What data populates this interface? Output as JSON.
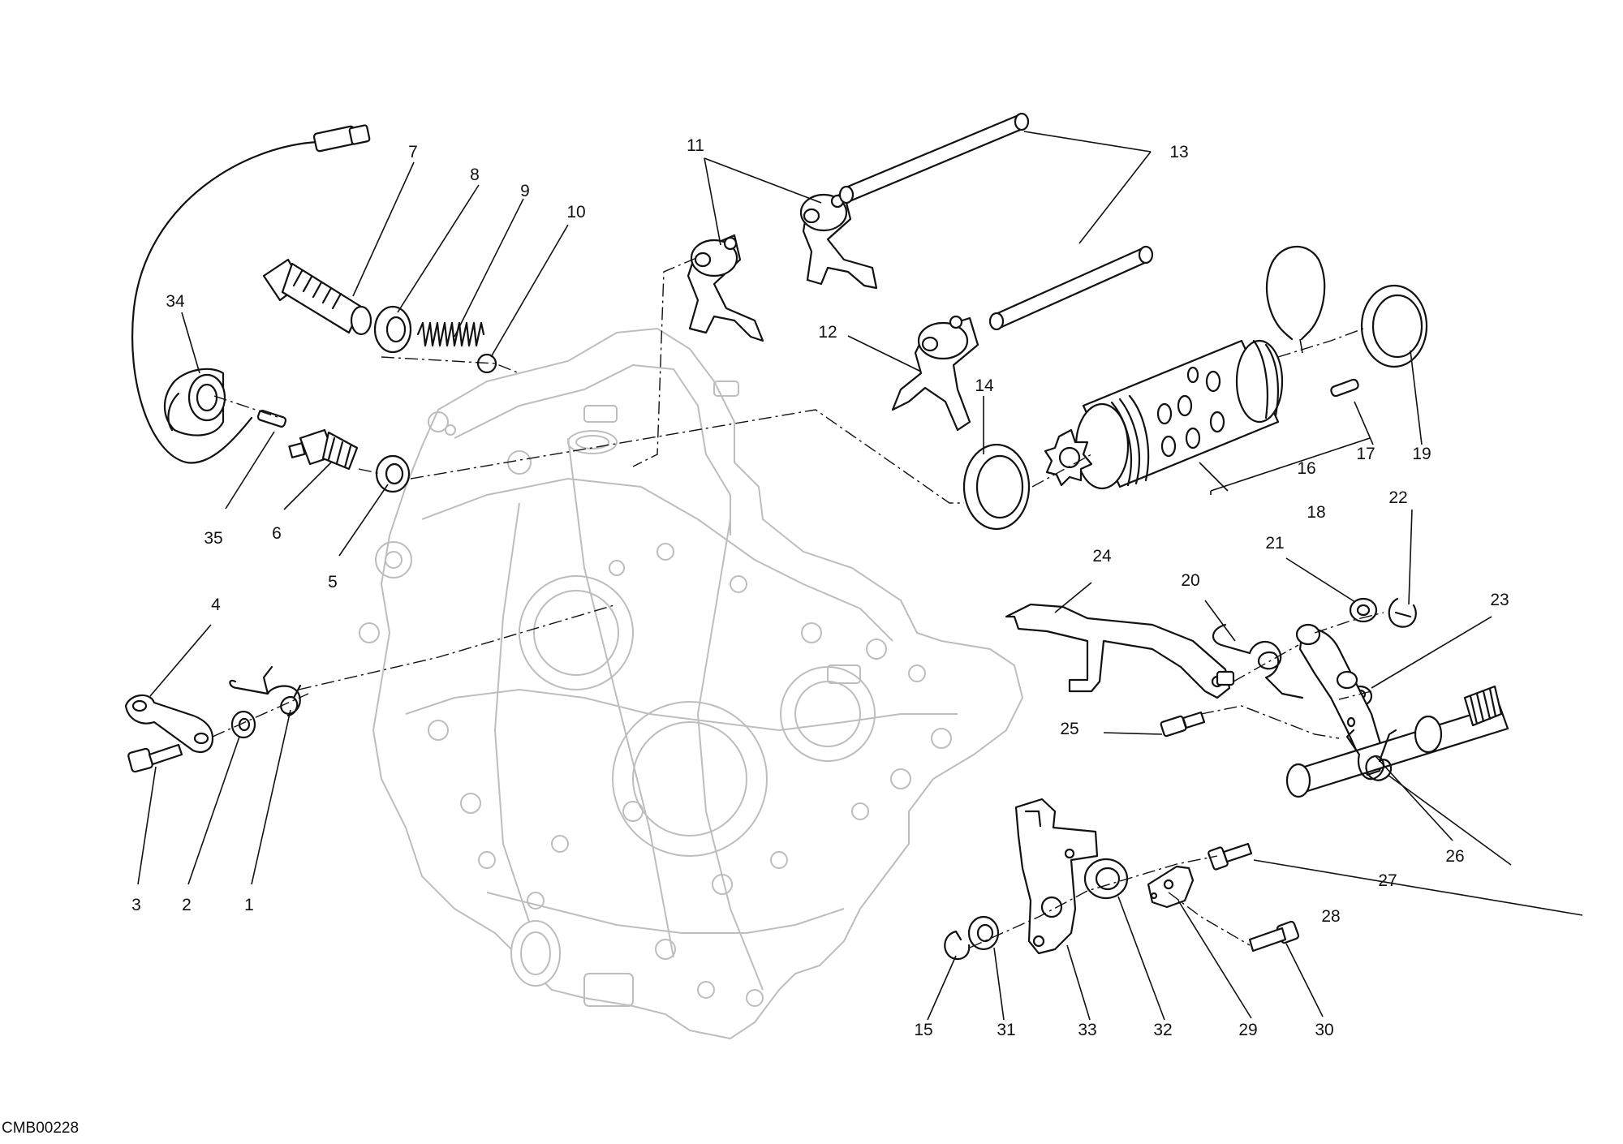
{
  "diagram": {
    "code": "CMB00228",
    "callouts": [
      {
        "id": "c1",
        "text": "1"
      },
      {
        "id": "c2",
        "text": "2"
      },
      {
        "id": "c3",
        "text": "3"
      },
      {
        "id": "c4",
        "text": "4"
      },
      {
        "id": "c5",
        "text": "5"
      },
      {
        "id": "c6",
        "text": "6"
      },
      {
        "id": "c7",
        "text": "7"
      },
      {
        "id": "c8",
        "text": "8"
      },
      {
        "id": "c9",
        "text": "9"
      },
      {
        "id": "c10",
        "text": "10"
      },
      {
        "id": "c11",
        "text": "11"
      },
      {
        "id": "c12",
        "text": "12"
      },
      {
        "id": "c13",
        "text": "13"
      },
      {
        "id": "c14",
        "text": "14"
      },
      {
        "id": "c15",
        "text": "15"
      },
      {
        "id": "c16",
        "text": "16"
      },
      {
        "id": "c17",
        "text": "17"
      },
      {
        "id": "c18",
        "text": "18"
      },
      {
        "id": "c19",
        "text": "19"
      },
      {
        "id": "c20",
        "text": "20"
      },
      {
        "id": "c21",
        "text": "21"
      },
      {
        "id": "c22",
        "text": "22"
      },
      {
        "id": "c23",
        "text": "23"
      },
      {
        "id": "c24",
        "text": "24"
      },
      {
        "id": "c25",
        "text": "25"
      },
      {
        "id": "c26",
        "text": "26"
      },
      {
        "id": "c27",
        "text": "27"
      },
      {
        "id": "c28",
        "text": "28"
      },
      {
        "id": "c29",
        "text": "29"
      },
      {
        "id": "c30",
        "text": "30"
      },
      {
        "id": "c31",
        "text": "31"
      },
      {
        "id": "c32",
        "text": "32"
      },
      {
        "id": "c33",
        "text": "33"
      },
      {
        "id": "c34",
        "text": "34"
      },
      {
        "id": "c35",
        "text": "35"
      }
    ]
  }
}
